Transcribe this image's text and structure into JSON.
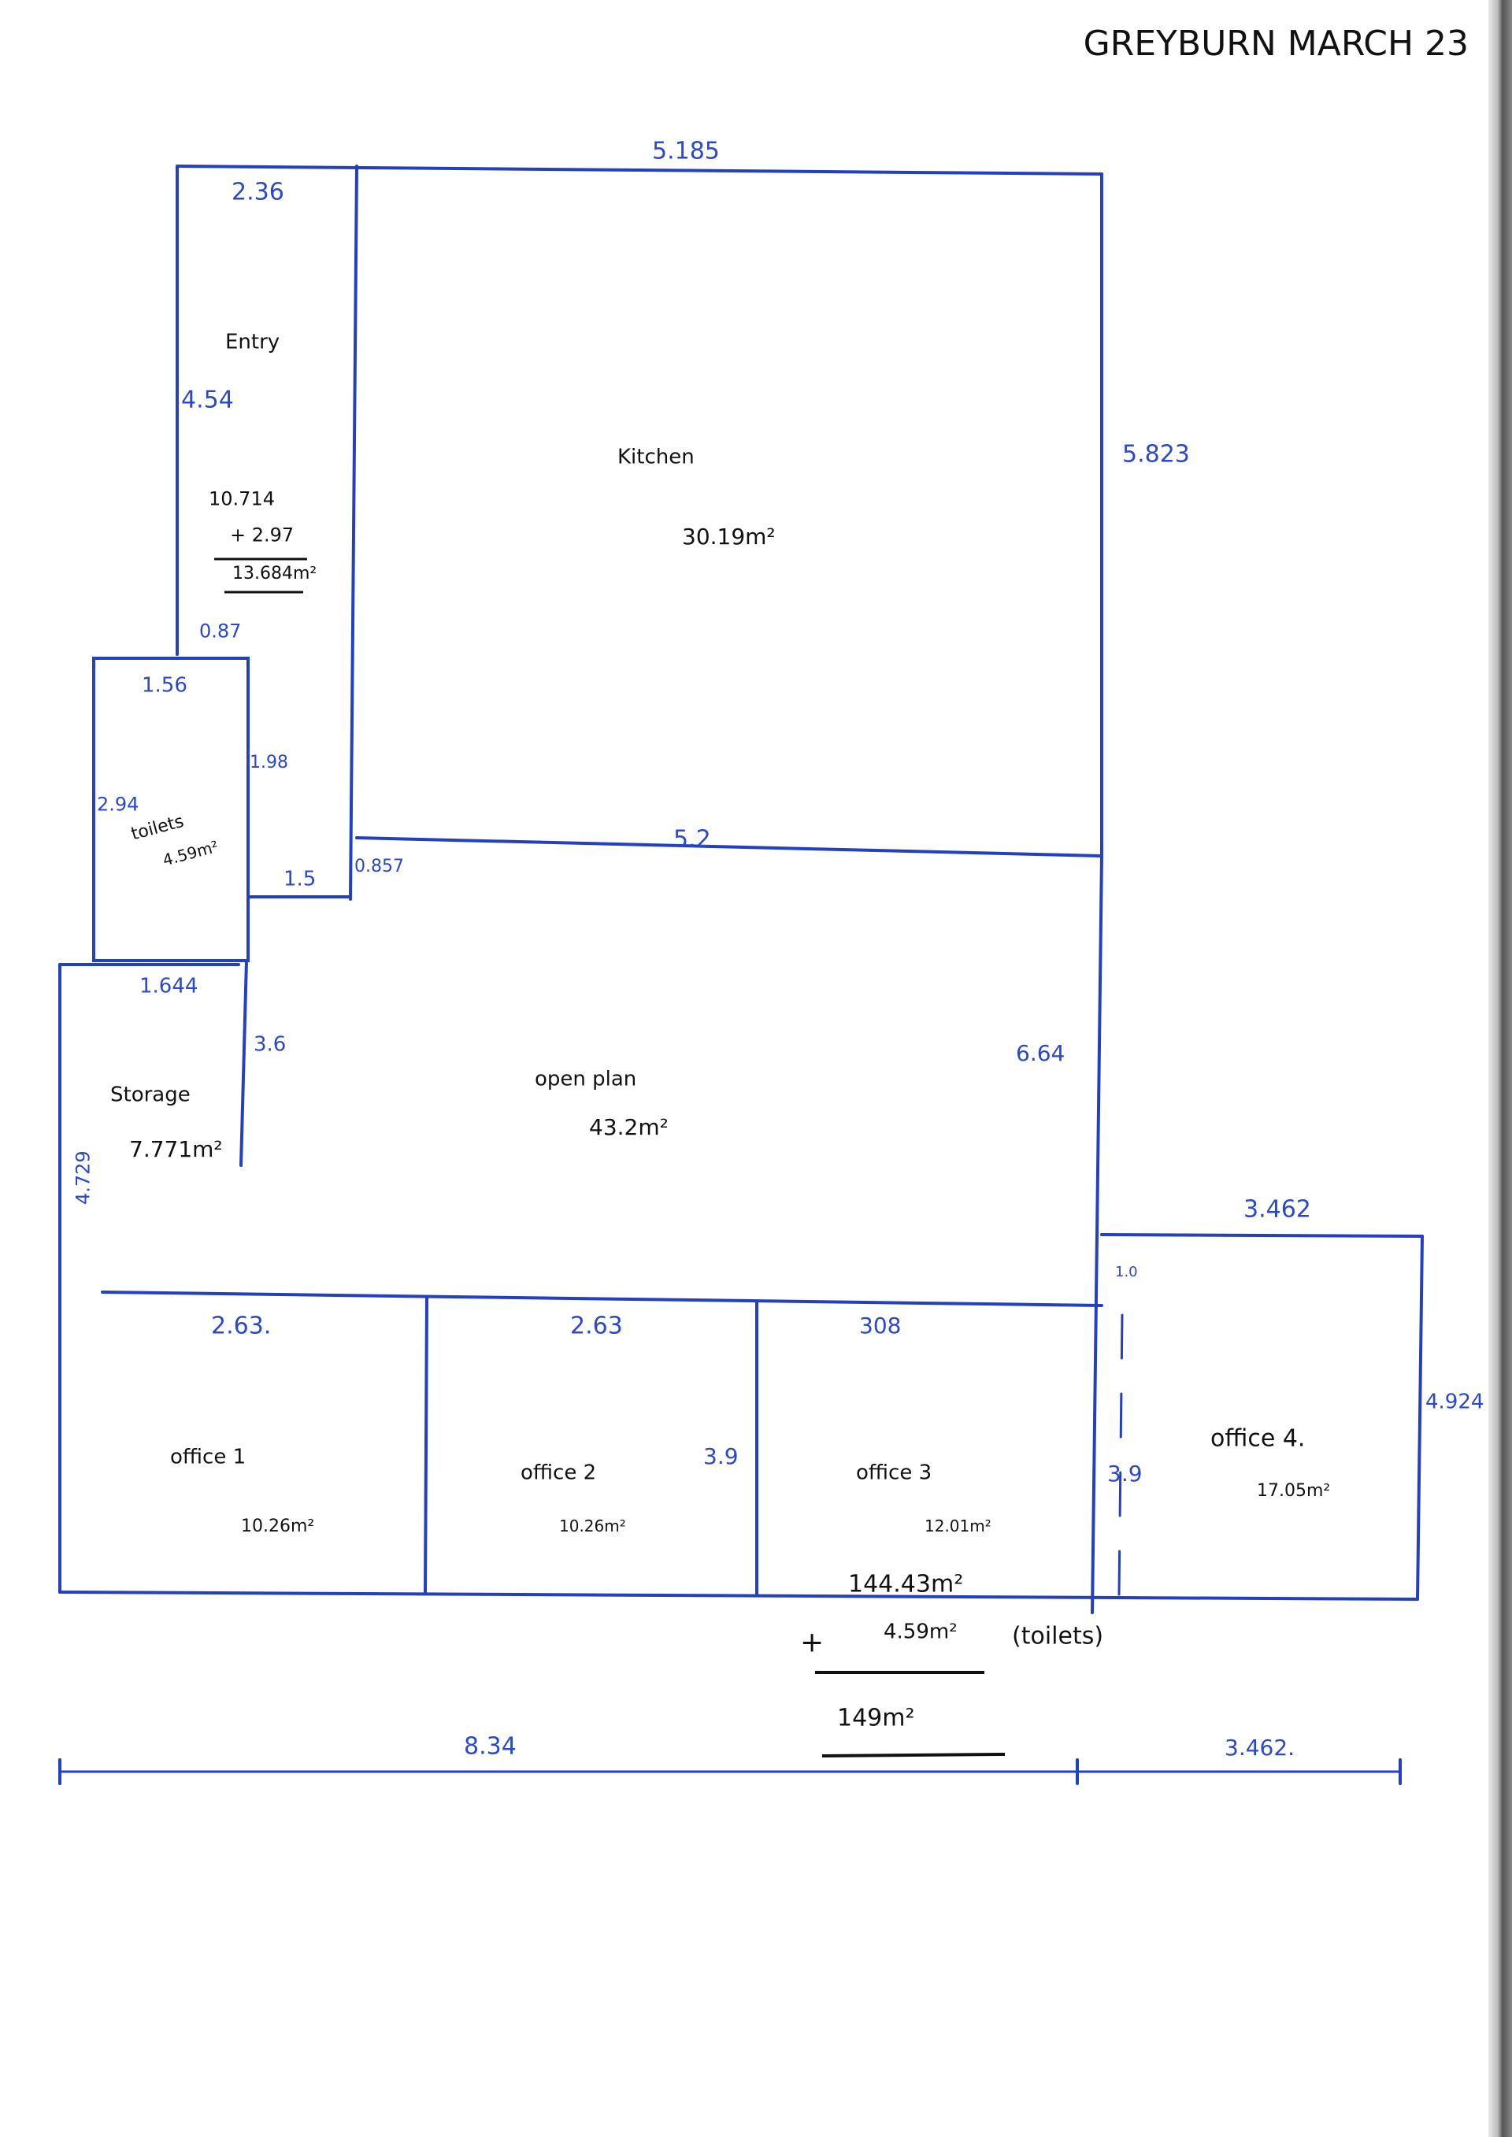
{
  "title": "GREYBURN MARCH 23",
  "colors": {
    "ink_blue": "#2340c0",
    "ink_black": "#111111"
  },
  "rooms": {
    "entry": {
      "name": "Entry",
      "calc_a": "10.714",
      "calc_b": "+ 2.97",
      "area": "13.684m²"
    },
    "kitchen": {
      "name": "Kitchen",
      "area": "30.19m²"
    },
    "toilets": {
      "name": "toilets",
      "area": "4.59m²"
    },
    "storage": {
      "name": "Storage",
      "area": "7.771m²"
    },
    "open_plan": {
      "name": "open plan",
      "area": "43.2m²"
    },
    "office1": {
      "name": "office 1",
      "area": "10.26m²"
    },
    "office2": {
      "name": "office 2",
      "area": "10.26m²"
    },
    "office3": {
      "name": "office 3",
      "area": "12.01m²"
    },
    "office4": {
      "name": "office 4.",
      "area": "17.05m²"
    }
  },
  "dimensions": {
    "kitchen_top": "5.185",
    "entry_top": "2.36",
    "entry_left": "4.54",
    "entry_gap": "0.87",
    "kitchen_right": "5.823",
    "toilets_top": "1.56",
    "toilets_right": "1.98",
    "toilets_left": "2.94",
    "toilets_step": "1.5",
    "step_right": "0.857",
    "kitchen_bottom": "5.2",
    "storage_top": "1.644",
    "storage_right": "3.6",
    "storage_left": "4.729",
    "open_plan_right": "6.64",
    "office4_top": "3.462",
    "office4_door": "1.0",
    "office1_top": "2.63.",
    "office2_top": "2.63",
    "office3_top": "308",
    "office2_right": "3.9",
    "office4_left": "3.9",
    "office4_right": "4.924",
    "overall_left": "8.34",
    "overall_right": "3.462."
  },
  "totals": {
    "subtotal": "144.43m²",
    "plus": "+",
    "toilets_add": "4.59m²",
    "toilets_note": "(toilets)",
    "total": "149m²"
  }
}
